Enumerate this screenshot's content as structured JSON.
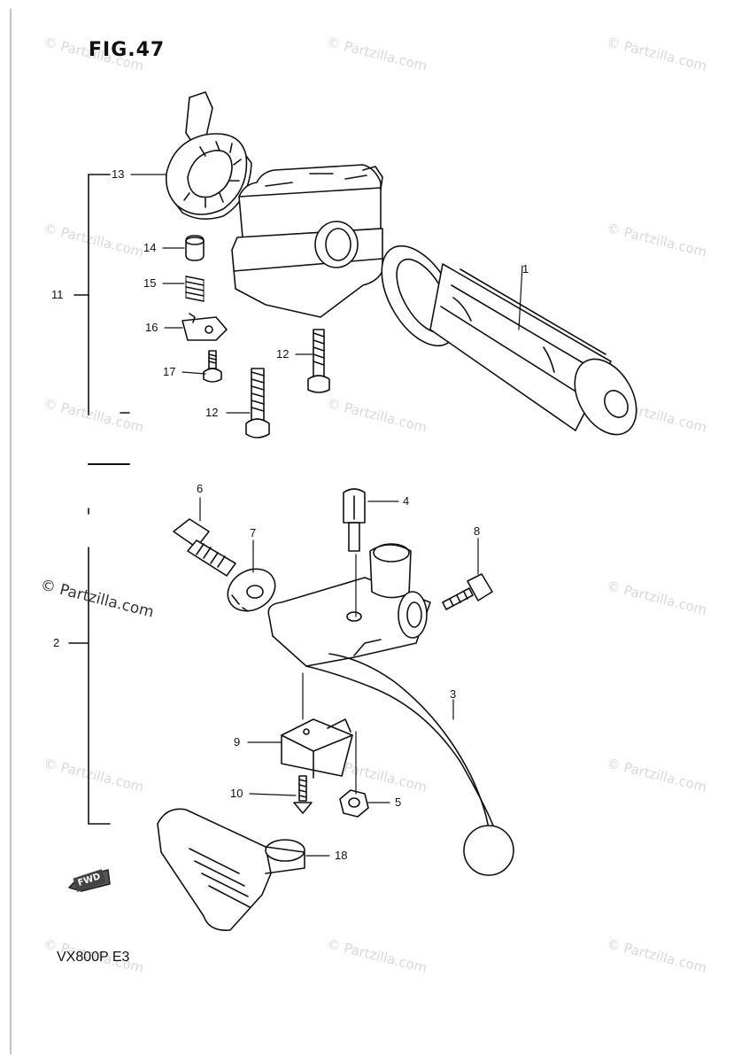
{
  "figure": {
    "title": "FIG.47",
    "model": "VX800P E3",
    "watermark": "© Partzilla.com",
    "fwd_label": "FWD"
  },
  "callouts": [
    {
      "id": "c1",
      "label": "1"
    },
    {
      "id": "c2",
      "label": "2"
    },
    {
      "id": "c3",
      "label": "3"
    },
    {
      "id": "c4",
      "label": "4"
    },
    {
      "id": "c5",
      "label": "5"
    },
    {
      "id": "c6",
      "label": "6"
    },
    {
      "id": "c7",
      "label": "7"
    },
    {
      "id": "c8",
      "label": "8"
    },
    {
      "id": "c9",
      "label": "9"
    },
    {
      "id": "c10",
      "label": "10"
    },
    {
      "id": "c11",
      "label": "11"
    },
    {
      "id": "c12a",
      "label": "12"
    },
    {
      "id": "c12b",
      "label": "12"
    },
    {
      "id": "c13",
      "label": "13"
    },
    {
      "id": "c14",
      "label": "14"
    },
    {
      "id": "c15",
      "label": "15"
    },
    {
      "id": "c16",
      "label": "16"
    },
    {
      "id": "c17",
      "label": "17"
    },
    {
      "id": "c18",
      "label": "18"
    }
  ]
}
